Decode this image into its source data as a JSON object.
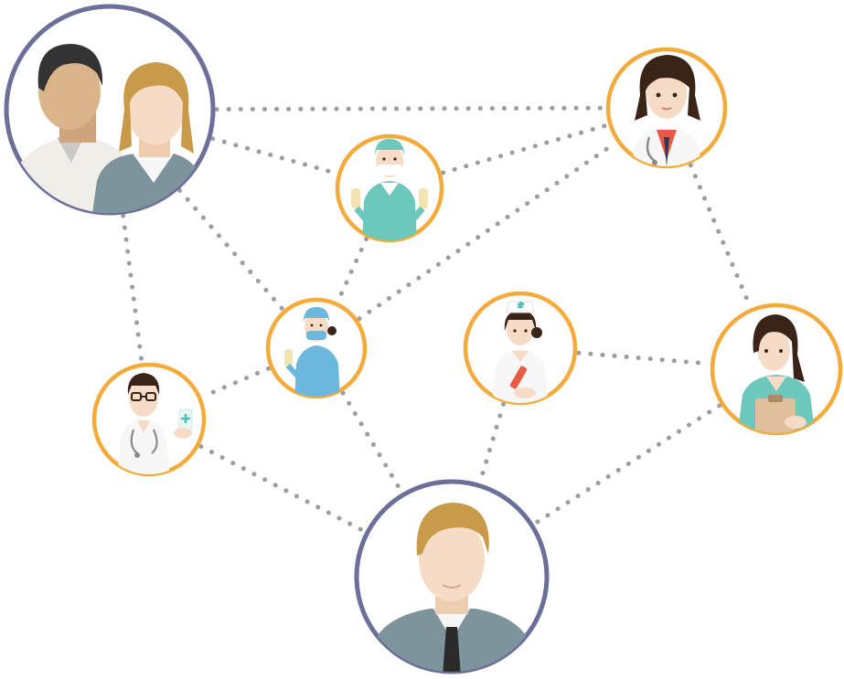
{
  "colors": {
    "patient_ring": "#6b6f9a",
    "staff_ring": "#f4ab3c",
    "link": "#9e9e9e",
    "background": "#ffffff",
    "skin_light": "#f6dcc6",
    "skin_tan": "#dcb48a",
    "hair_dark": "#333333",
    "hair_blond": "#c89a4a",
    "hair_brown": "#3a2418",
    "scrubs_teal": "#6cc8bb",
    "scrubs_blue": "#6cb8dc",
    "coat_white": "#f7f7f7",
    "suit_gray": "#7e949c"
  },
  "nodes": [
    {
      "id": "family",
      "kind": "patient",
      "figure": "couple-icon"
    },
    {
      "id": "surgeon",
      "kind": "staff",
      "figure": "surgeon-icon"
    },
    {
      "id": "doctor-woman",
      "kind": "staff",
      "figure": "female-doctor-icon"
    },
    {
      "id": "nurse-masked",
      "kind": "staff",
      "figure": "masked-nurse-icon"
    },
    {
      "id": "nurse-cap",
      "kind": "staff",
      "figure": "nurse-cap-icon"
    },
    {
      "id": "nurse-clipboard",
      "kind": "staff",
      "figure": "clipboard-nurse-icon"
    },
    {
      "id": "doctor-glasses",
      "kind": "staff",
      "figure": "male-doctor-icon"
    },
    {
      "id": "man",
      "kind": "patient",
      "figure": "man-icon"
    }
  ],
  "links": [
    [
      "family",
      "doctor-woman"
    ],
    [
      "family",
      "surgeon"
    ],
    [
      "family",
      "nurse-masked"
    ],
    [
      "family",
      "doctor-glasses"
    ],
    [
      "surgeon",
      "doctor-woman"
    ],
    [
      "surgeon",
      "nurse-masked"
    ],
    [
      "nurse-masked",
      "doctor-woman"
    ],
    [
      "nurse-masked",
      "doctor-glasses"
    ],
    [
      "nurse-masked",
      "man"
    ],
    [
      "doctor-woman",
      "nurse-clipboard"
    ],
    [
      "nurse-cap",
      "nurse-clipboard"
    ],
    [
      "nurse-cap",
      "man"
    ],
    [
      "nurse-clipboard",
      "man"
    ],
    [
      "doctor-glasses",
      "man"
    ]
  ]
}
